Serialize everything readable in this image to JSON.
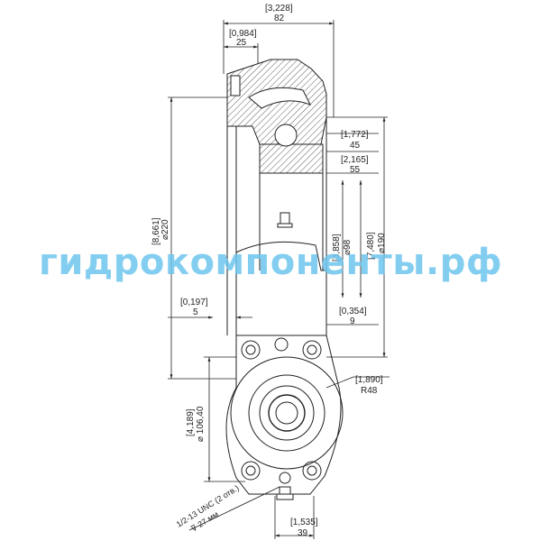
{
  "watermark": "гидрокомпоненты.рф",
  "dimensions": {
    "overall_width_in": "[3,228]",
    "overall_width_mm": "82",
    "flange_width_in": "[0,984]",
    "flange_width_mm": "25",
    "d45_in": "[1,772]",
    "d45_mm": "45",
    "d55_in": "[2,165]",
    "d55_mm": "55",
    "dia220_in": "[8,661]",
    "dia220_mm": "⌀220",
    "dia98_in": "[3,858]",
    "dia98_mm": "⌀98",
    "dia190_in": "[7,480]",
    "dia190_mm": "⌀190",
    "d5_in": "[0,197]",
    "d5_mm": "5",
    "d9_in": "[0,354]",
    "d9_mm": "9",
    "r48_in": "[1,890]",
    "r48_mm": "R48",
    "dia106_in": "[4,189]",
    "dia106_mm": "⌀ 106,40",
    "d39_in": "[1,535]",
    "d39_mm": "39"
  },
  "notes": {
    "thread_line1": "1/2-13 UNC (2 отв.)",
    "thread_line2": "⊽ 27 мм"
  }
}
